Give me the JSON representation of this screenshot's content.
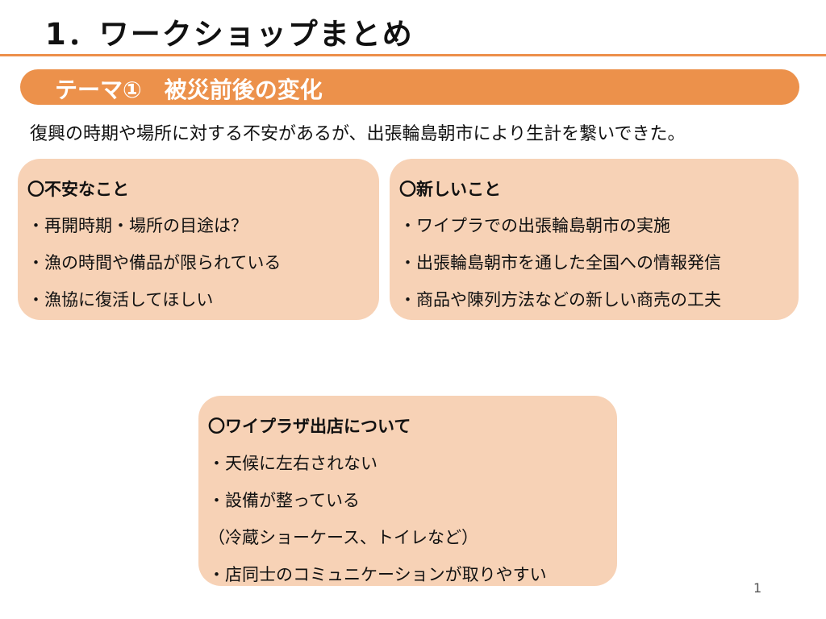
{
  "title": "1．ワークショップまとめ",
  "theme_banner": "テーマ①　被災前後の変化",
  "summary": "復興の時期や場所に対する不安があるが、出張輪島朝市により生計を繋いできた。",
  "boxes": {
    "anxieties": {
      "heading": "〇不安なこと",
      "items": [
        "・再開時期・場所の目途は？",
        "・漁の時間や備品が限られている",
        "・漁協に復活してほしい"
      ]
    },
    "new_things": {
      "heading": "〇新しいこと",
      "items": [
        "・ワイプラでの出張輪島朝市の実施",
        "・出張輪島朝市を通した全国への情報発信",
        "・商品や陳列方法などの新しい商売の工夫"
      ]
    },
    "wiplaza": {
      "heading": "〇ワイプラザ出店について",
      "items": [
        "・天候に左右されない",
        "・設備が整っている",
        "（冷蔵ショーケース、トイレなど）",
        "・店同士のコミュニケーションが取りやすい"
      ]
    }
  },
  "page_number": "1",
  "colors": {
    "accent": "#EC914B",
    "box": "#F7D2B6"
  }
}
